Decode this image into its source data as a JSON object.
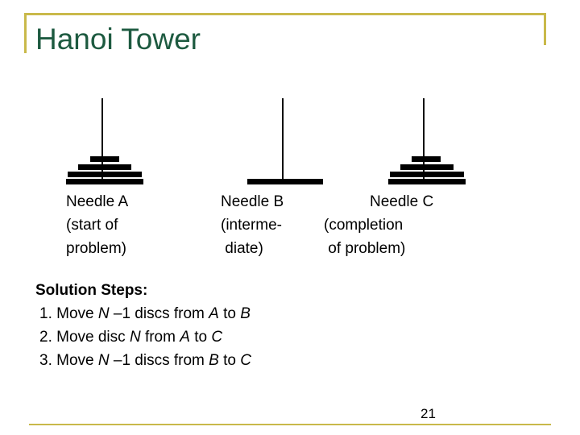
{
  "title": "Hanoi Tower",
  "needles": [
    {
      "label_line1": "Needle A",
      "label_line2": "(start of",
      "label_line3": "problem)",
      "disc_count": 4
    },
    {
      "label_line1": "Needle B",
      "label_line2": "(interme-",
      "label_line3": " diate)",
      "disc_count": 1
    },
    {
      "label_line1": "Needle C",
      "label_line2": "(completion",
      "label_line3": " of problem)",
      "disc_count": 4
    }
  ],
  "solution": {
    "heading": "Solution Steps:",
    "steps": [
      {
        "num": "1. Move ",
        "a": "N",
        "b": " –1 discs from ",
        "c": "A",
        "d": " to ",
        "e": "B"
      },
      {
        "num": "2. Move disc ",
        "a": "N",
        "b": " from ",
        "c": "A",
        "d": " to ",
        "e": "C"
      },
      {
        "num": "3. Move ",
        "a": "N",
        "b": " –1 discs from ",
        "c": "B",
        "d": " to ",
        "e": "C"
      }
    ]
  },
  "page_number": "21",
  "colors": {
    "title": "#1d5a40",
    "frame": "#c9b94a"
  }
}
